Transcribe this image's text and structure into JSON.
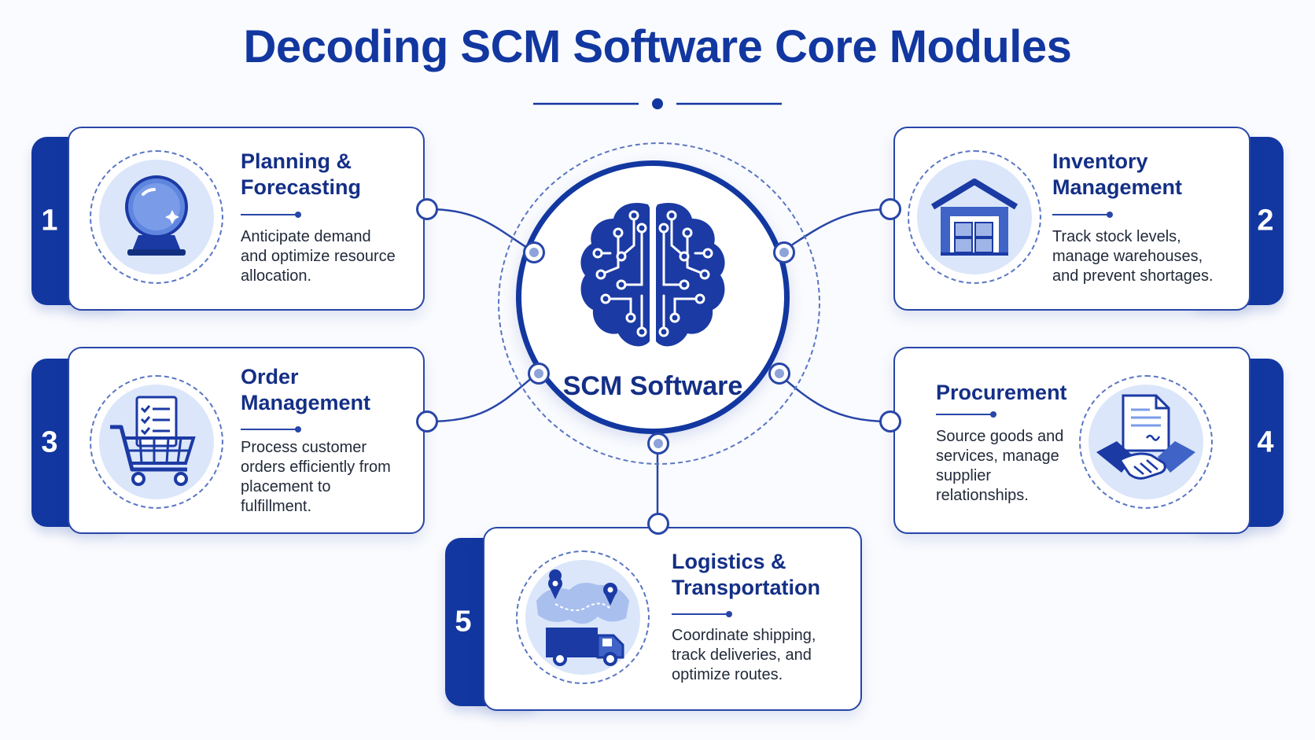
{
  "title": "Decoding SCM Software Core Modules",
  "hub": {
    "label": "SCM Software",
    "icon": "brain-circuit-icon"
  },
  "modules": [
    {
      "number": "1",
      "title": "Planning & Forecasting",
      "description": "Anticipate demand and optimize resource allocation.",
      "icon": "crystal-ball-icon"
    },
    {
      "number": "2",
      "title": "Inventory Management",
      "description": "Track stock levels, manage warehouses, and prevent shortages.",
      "icon": "warehouse-icon"
    },
    {
      "number": "3",
      "title": "Order Management",
      "description": "Process customer orders efficiently from placement to fulfillment.",
      "icon": "shopping-cart-checklist-icon"
    },
    {
      "number": "4",
      "title": "Procurement",
      "description": "Source goods and services, manage supplier relationships.",
      "icon": "handshake-contract-icon"
    },
    {
      "number": "5",
      "title": "Logistics & Transportation",
      "description": "Coordinate shipping, track deliveries, and optimize routes.",
      "icon": "delivery-truck-map-icon"
    }
  ],
  "colors": {
    "primary": "#1237a0",
    "accent": "#2846a8",
    "icon_bg": "#dbe6fa"
  }
}
